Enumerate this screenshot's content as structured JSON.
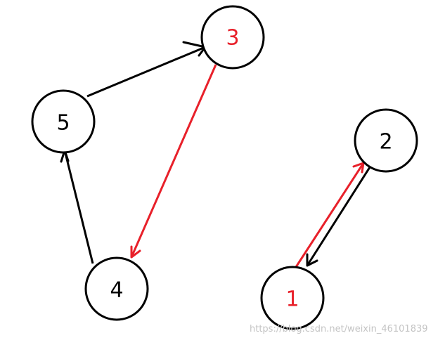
{
  "colors": {
    "black": "#000000",
    "red": "#e8202a"
  },
  "nodes": [
    {
      "id": "1",
      "label": "1",
      "color": "red"
    },
    {
      "id": "2",
      "label": "2",
      "color": "black"
    },
    {
      "id": "3",
      "label": "3",
      "color": "red"
    },
    {
      "id": "4",
      "label": "4",
      "color": "black"
    },
    {
      "id": "5",
      "label": "5",
      "color": "black"
    }
  ],
  "edges": [
    {
      "from": "3",
      "to": "4",
      "color": "red"
    },
    {
      "from": "4",
      "to": "5",
      "color": "black"
    },
    {
      "from": "5",
      "to": "3",
      "color": "black"
    },
    {
      "from": "1",
      "to": "2",
      "color": "red"
    },
    {
      "from": "2",
      "to": "1",
      "color": "black"
    }
  ],
  "watermark": "https://blog.csdn.net/weixin_46101839"
}
